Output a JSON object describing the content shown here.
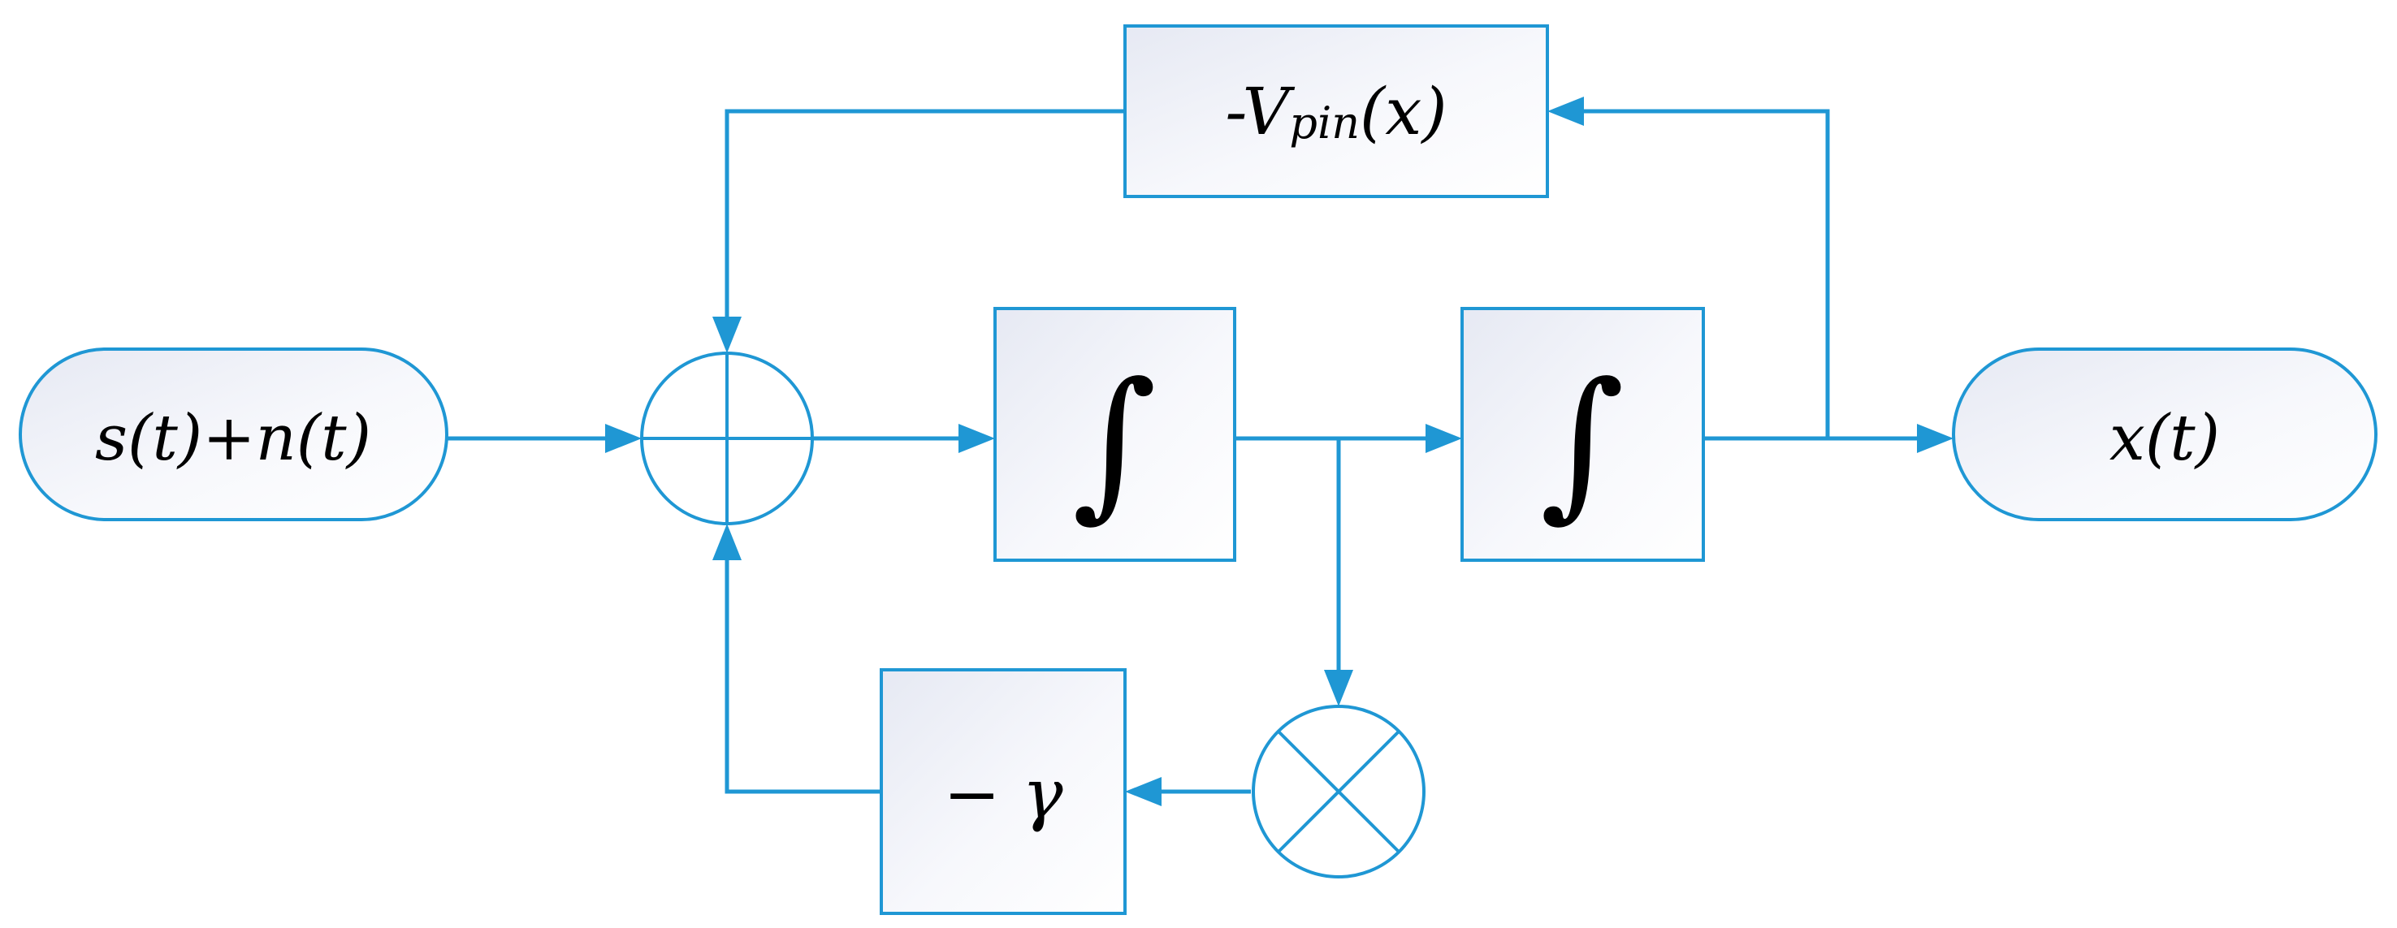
{
  "diagram": {
    "input_label": "s(t)+n(t)",
    "output_label": "x(t)",
    "integrator_1_symbol": "∫",
    "integrator_2_symbol": "∫",
    "potential_prefix": "-V",
    "potential_subscript": "pin",
    "potential_suffix": "(x)",
    "damping_label": "− γ"
  },
  "colors": {
    "line": "#1f97d4",
    "block_fill_light": "#ffffff",
    "block_fill_dark": "#e6e9f3",
    "text": "#000000"
  }
}
